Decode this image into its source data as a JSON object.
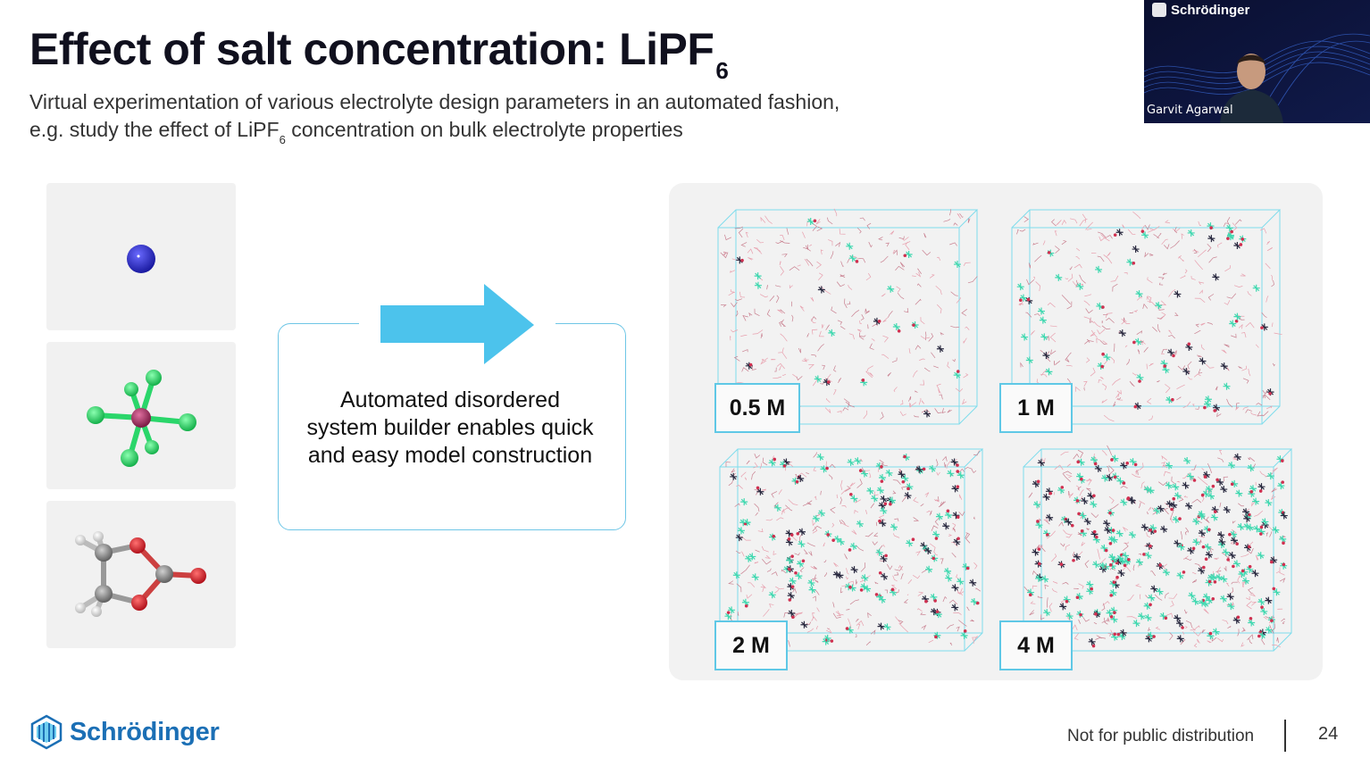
{
  "slide": {
    "title": "Effect of salt concentration: LiPF",
    "title_subscript": "6",
    "subtitle_line1": "Virtual experimentation of various electrolyte design parameters in an automated fashion,",
    "subtitle_line2_prefix": "e.g. study the effect of LiPF",
    "subtitle_line2_subscript": "6",
    "subtitle_line2_suffix": " concentration on bulk electrolyte properties"
  },
  "builder": {
    "text": "Automated disordered system builder enables quick and easy model construction"
  },
  "simulations": [
    {
      "label": "0.5 M"
    },
    {
      "label": "1 M"
    },
    {
      "label": "2 M"
    },
    {
      "label": "4 M"
    }
  ],
  "webcam": {
    "brand": "Schrödinger",
    "speaker_name": "Garvit Agarwal"
  },
  "footer": {
    "brand": "Schrödinger",
    "note": "Not for public distribution",
    "page_number": "24"
  },
  "colors": {
    "accent_blue": "#4cc3ec",
    "box_border": "#5fc8e6",
    "brand_blue": "#1b6fb5",
    "lithium": "#2a2ac0",
    "phosphorus": "#a0305a",
    "fluorine": "#2ad66a",
    "oxygen": "#e0202a",
    "carbon": "#8a8a8a"
  }
}
